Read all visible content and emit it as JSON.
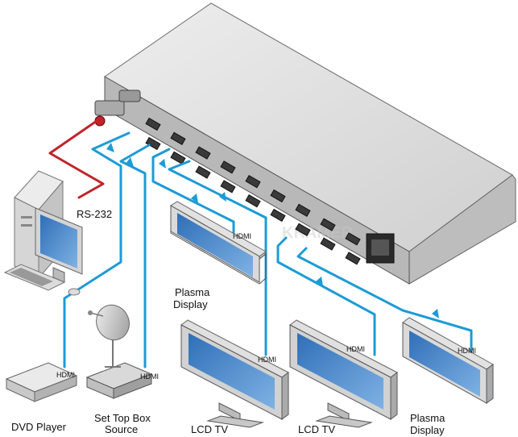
{
  "labels": {
    "rs232": "RS-232",
    "hdmi": "HDMI",
    "dvd_player": "DVD Player",
    "set_top_box_line1": "Set Top Box",
    "set_top_box_line2": "Source",
    "plasma_line1": "Plasma",
    "plasma_line2": "Display",
    "lcd_tv": "LCD TV",
    "watermark": "KRAMER"
  },
  "colors": {
    "hdmi_cable": "#1c9bd6",
    "rs232_cable": "#c0242a",
    "device_body": "#d9d9d9",
    "screen": "#3f7fc4"
  }
}
